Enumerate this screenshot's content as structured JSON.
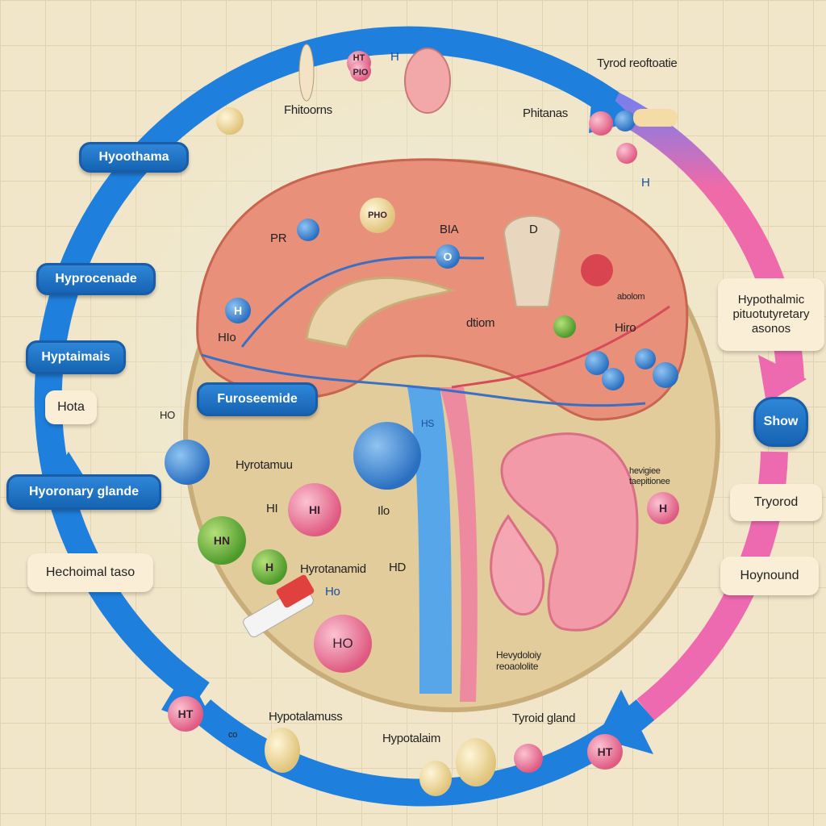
{
  "title": "Hypothalamic-pituitary axis diagram",
  "colors": {
    "ring_blue": "#1f7fdc",
    "ring_pink": "#ef6aa8",
    "brain": "#e8907a",
    "kidney": "#f29aa8",
    "disc": "#e0c99a"
  },
  "ring_labels": {
    "top_left": "Fhitoorns",
    "top_mid": "Phitanas",
    "top_right": "Tyrod reoftoatie",
    "top_ht": "HT",
    "top_pio": "PIO",
    "top_h": "H",
    "right_h": "H",
    "bottom_left": "Hypotalamuss",
    "bottom_mid": "Hypotalaim",
    "bottom_right": "Tyroid gland",
    "bottom_ht_left": "HT",
    "bottom_ht_right": "HT",
    "bottom_co": "co"
  },
  "pills": {
    "hyoothama": "Hyoothama",
    "hyprocenade": "Hyprocenade",
    "hyptaimais": "Hyptaimais",
    "furoseemide": "Furoseemide",
    "hyoronary": "Hyoronary glande",
    "show": "Show"
  },
  "boxes": {
    "hota": "Hota",
    "hechoimal": "Hechoimal taso",
    "hypothalmic": "Hypothalmic pituotutyretary asonos",
    "tryorod": "Tryorod",
    "hoynound": "Hoynound"
  },
  "brain_labels": {
    "pr": "PR",
    "bia": "BIA",
    "d": "D",
    "pho": "PHO",
    "dtiom": "dtiom",
    "abolom": "abolom",
    "hiro": "Hiro",
    "hio": "HIo",
    "ho_left": "HO",
    "h_ball": "H",
    "o_ball": "O"
  },
  "lower_labels": {
    "hypotamuu": "Hyrotamuu",
    "hyrotanamid": "Hyrotanamid",
    "hd": "HD",
    "ho_big": "HO",
    "ho_small": "Ho",
    "hi": "HI",
    "hi_ball": "HI",
    "hn_ball": "HN",
    "h_green": "H",
    "ilo": "Ilo",
    "hevydoloiy": "Hevydoloiy reoaololite",
    "hevigiee": "hevigiee taepitionee",
    "h_pink": "H",
    "hs_mid": "HS"
  }
}
